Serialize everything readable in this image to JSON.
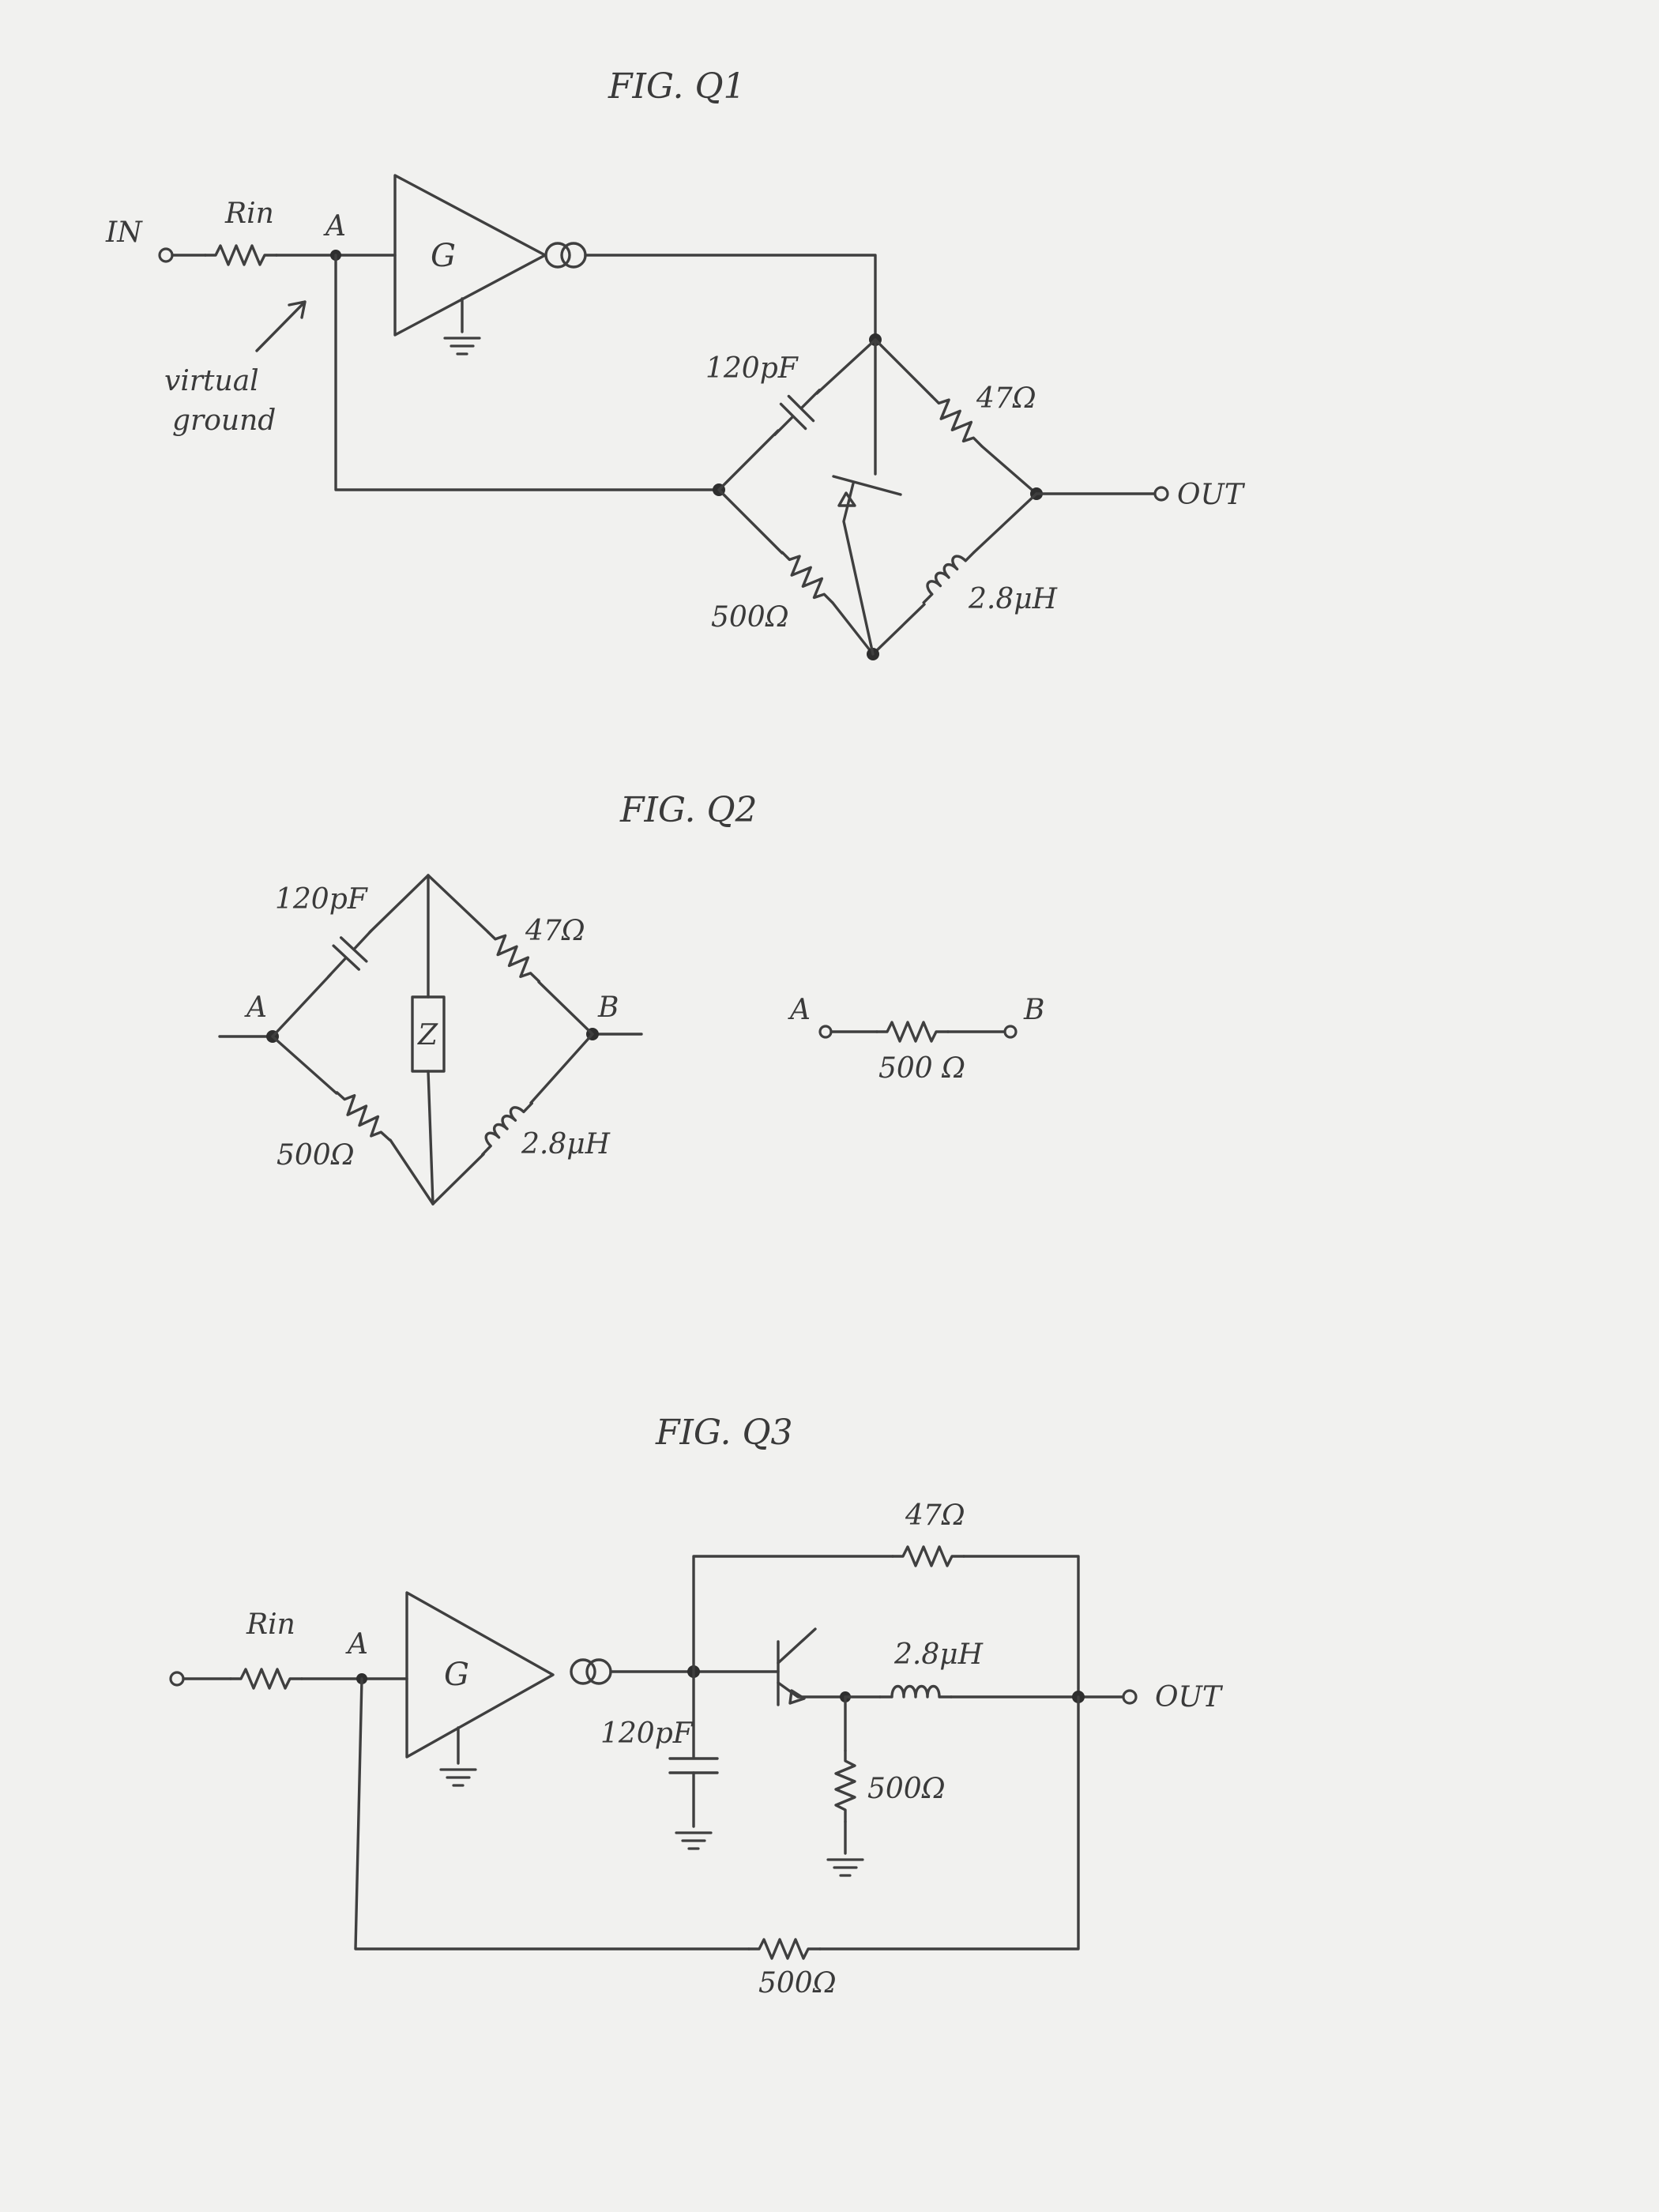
{
  "figures": [
    {
      "title": "FIG. Q1",
      "labels": {
        "input": "IN",
        "r_in": "Rin",
        "node_a": "A",
        "amp_gain": "G",
        "virtual_ground_line1": "virtual",
        "virtual_ground_line2": "ground",
        "capacitor": "120pF",
        "resistor_47": "47Ω",
        "resistor_500": "500Ω",
        "inductor": "2.8μH",
        "output": "OUT"
      }
    },
    {
      "title": "FIG. Q2",
      "labels": {
        "capacitor": "120pF",
        "resistor_47": "47Ω",
        "node_a": "A",
        "node_b": "B",
        "impedance": "Z",
        "resistor_500": "500Ω",
        "inductor": "2.8μH",
        "equiv_a": "A",
        "equiv_b": "B",
        "equiv_resistor": "500 Ω"
      }
    },
    {
      "title": "FIG. Q3",
      "labels": {
        "resistor_47": "47Ω",
        "r_in": "Rin",
        "node_a": "A",
        "amp_gain": "G",
        "inductor": "2.8μH",
        "output": "OUT",
        "capacitor": "120pF",
        "resistor_500_emitter": "500Ω",
        "resistor_500_feedback": "500Ω"
      }
    }
  ]
}
